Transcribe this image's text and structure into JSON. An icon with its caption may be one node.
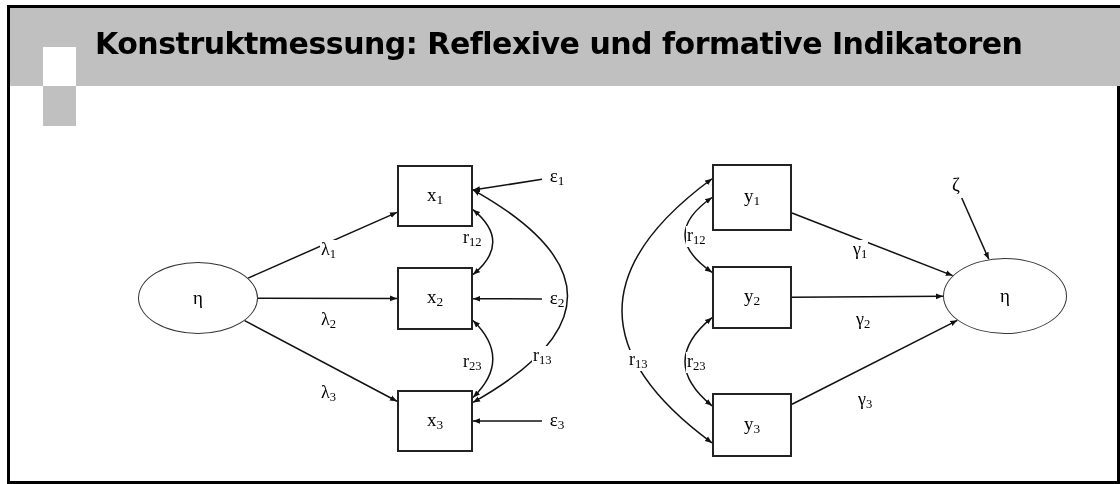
{
  "diagram": {
    "title": "Konstruktmessung: Reflexive und formative Indikatoren",
    "nodes": [
      {
        "text": [
          "η"
        ]
      },
      {
        "text": [
          "x$_{1}$"
        ]
      },
      {
        "text": [
          "x$_{2}$"
        ]
      },
      {
        "text": [
          "x$_{3}$"
        ]
      },
      {
        "text": [
          "ε$_{1}$"
        ]
      },
      {
        "text": [
          "ε$_{2}$"
        ]
      },
      {
        "text": [
          "ε$_{3}$"
        ]
      },
      {
        "text": [
          "y$_{1}$"
        ]
      },
      {
        "text": [
          "y$_{2}$"
        ]
      },
      {
        "text": [
          "y$_{3}$"
        ]
      },
      {
        "text": [
          "ζ"
        ]
      },
      {
        "text": [
          "η"
        ]
      }
    ],
    "edges": [
      {
        "from": 0,
        "to": 1,
        "arrow": "to",
        "label": "λ$_{1}$"
      },
      {
        "from": 0,
        "to": 2,
        "arrow": "to",
        "label": "λ$_{2}$"
      },
      {
        "from": 0,
        "to": 3,
        "arrow": "to",
        "label": "λ$_{3}$"
      },
      {
        "from": 4,
        "to": 1,
        "arrow": "to"
      },
      {
        "from": 5,
        "to": 2,
        "arrow": "to"
      },
      {
        "from": 6,
        "to": 3,
        "arrow": "to"
      },
      {
        "from": 1,
        "to": 2,
        "arrow": "both",
        "label": "r$_{12}$"
      },
      {
        "from": 2,
        "to": 3,
        "arrow": "both",
        "label": "r$_{23}$"
      },
      {
        "from": 1,
        "to": 3,
        "arrow": "both",
        "label": "r$_{13}$"
      },
      {
        "from": 7,
        "to": 8,
        "arrow": "both",
        "label": "r$_{12}$"
      },
      {
        "from": 8,
        "to": 9,
        "arrow": "both",
        "label": "r$_{23}$"
      },
      {
        "from": 7,
        "to": 9,
        "arrow": "both",
        "label": "r$_{13}$"
      },
      {
        "from": 7,
        "to": 11,
        "arrow": "to",
        "label": "γ$_{1}$"
      },
      {
        "from": 8,
        "to": 11,
        "arrow": "to",
        "label": "γ$_{2}$"
      },
      {
        "from": 9,
        "to": 11,
        "arrow": "to",
        "label": "γ$_{3}$"
      },
      {
        "from": 10,
        "to": 11,
        "arrow": "to"
      }
    ]
  }
}
